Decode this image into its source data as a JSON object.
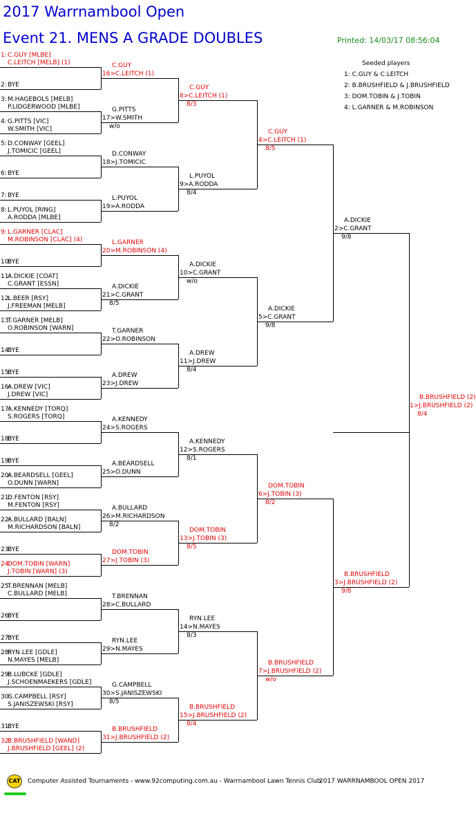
{
  "tournament_title": "2017 Warrnambool Open",
  "event_title": "Event 21. MENS A GRADE DOUBLES",
  "printed": "Printed: 14/03/17 08:56:04",
  "seeds": {
    "heading": "Seeded players",
    "items": [
      "1: C.GUY & C.LEITCH",
      "2: B.BRUSHFIELD & J.BRUSHFIELD",
      "3: DOM.TOBIN & J.TOBIN",
      "4: L.GARNER & M.ROBINSON"
    ]
  },
  "draw": [
    {
      "num": "1:",
      "a": "C.GUY [MLBE]",
      "b": "C.LEITCH [MELB] (1)",
      "seeded": true
    },
    {
      "num": "2:",
      "a": "BYE",
      "b": "",
      "seeded": false
    },
    {
      "num": "3:",
      "a": "M.HAGEBOLS [MELB]",
      "b": "P.LIDGERWOOD [MLBE]",
      "seeded": false
    },
    {
      "num": "4:",
      "a": "G.PITTS [VIC]",
      "b": "W.SMITH [VIC]",
      "seeded": false
    },
    {
      "num": "5:",
      "a": "D.CONWAY [GEEL]",
      "b": "J.TOMICIC [GEEL]",
      "seeded": false
    },
    {
      "num": "6:",
      "a": "BYE",
      "b": "",
      "seeded": false
    },
    {
      "num": "7:",
      "a": "BYE",
      "b": "",
      "seeded": false
    },
    {
      "num": "8:",
      "a": "L.PUYOL [RING]",
      "b": "A.RODDA [MLBE]",
      "seeded": false
    },
    {
      "num": "9:",
      "a": "L.GARNER [CLAC]",
      "b": "M.ROBINSON [CLAC] (4)",
      "seeded": true
    },
    {
      "num": "10:",
      "a": "BYE",
      "b": "",
      "seeded": false
    },
    {
      "num": "11:",
      "a": "A.DICKIE [COAT]",
      "b": "C.GRANT [ESSN]",
      "seeded": false
    },
    {
      "num": "12:",
      "a": "L.BEER [RSY]",
      "b": "J.FREEMAN [MELB]",
      "seeded": false
    },
    {
      "num": "13:",
      "a": "T.GARNER [MELB]",
      "b": "O.ROBINSON [WARN]",
      "seeded": false
    },
    {
      "num": "14:",
      "a": "BYE",
      "b": "",
      "seeded": false
    },
    {
      "num": "15:",
      "a": "BYE",
      "b": "",
      "seeded": false
    },
    {
      "num": "16:",
      "a": "A.DREW [VIC]",
      "b": "J.DREW [VIC]",
      "seeded": false
    },
    {
      "num": "17:",
      "a": "A.KENNEDY [TORQ]",
      "b": "S.ROGERS [TORQ]",
      "seeded": false
    },
    {
      "num": "18:",
      "a": "BYE",
      "b": "",
      "seeded": false
    },
    {
      "num": "19:",
      "a": "BYE",
      "b": "",
      "seeded": false
    },
    {
      "num": "20:",
      "a": "A.BEARDSELL [GEEL]",
      "b": "O.DUNN [WARN]",
      "seeded": false
    },
    {
      "num": "21:",
      "a": "D.FENTON [RSY]",
      "b": "M.FENTON [RSY]",
      "seeded": false
    },
    {
      "num": "22:",
      "a": "A.BULLARD [BALN]",
      "b": "M.RICHARDSON [BALN]",
      "seeded": false
    },
    {
      "num": "23:",
      "a": "BYE",
      "b": "",
      "seeded": false
    },
    {
      "num": "24:",
      "a": "DOM.TOBIN [WARN]",
      "b": "J.TOBIN [WARN] (3)",
      "seeded": true
    },
    {
      "num": "25:",
      "a": "T.BRENNAN [MELB]",
      "b": "C.BULLARD [MELB]",
      "seeded": false
    },
    {
      "num": "26:",
      "a": "BYE",
      "b": "",
      "seeded": false
    },
    {
      "num": "27:",
      "a": "BYE",
      "b": "",
      "seeded": false
    },
    {
      "num": "28:",
      "a": "RYN.LEE [GDLE]",
      "b": "N.MAYES [MELB]",
      "seeded": false
    },
    {
      "num": "29:",
      "a": "B.LUBCKE [GDLE]",
      "b": "J.SCHOENMAEKERS [GDLE]",
      "seeded": false
    },
    {
      "num": "30:",
      "a": "G.CAMPBELL [RSY]",
      "b": "S.JANISZEWSKI [RSY]",
      "seeded": false
    },
    {
      "num": "31:",
      "a": "BYE",
      "b": "",
      "seeded": false
    },
    {
      "num": "32:",
      "a": "B.BRUSHFIELD [WAND]",
      "b": "J.BRUSHFIELD [GEEL] (2)",
      "seeded": true
    }
  ],
  "round2": [
    {
      "a": "C.GUY",
      "b": "16>C.LEITCH (1)",
      "score": "",
      "seeded": true
    },
    {
      "a": "G.PITTS",
      "b": "17>W.SMITH",
      "score": "w/o",
      "seeded": false
    },
    {
      "a": "D.CONWAY",
      "b": "18>J.TOMICIC",
      "score": "",
      "seeded": false
    },
    {
      "a": "L.PUYOL",
      "b": "19>A.RODDA",
      "score": "",
      "seeded": false
    },
    {
      "a": "L.GARNER",
      "b": "20>M.ROBINSON (4)",
      "score": "",
      "seeded": true
    },
    {
      "a": "A.DICKIE",
      "b": "21>C.GRANT",
      "score": "8/5",
      "seeded": false
    },
    {
      "a": "T.GARNER",
      "b": "22>O.ROBINSON",
      "score": "",
      "seeded": false
    },
    {
      "a": "A.DREW",
      "b": "23>J.DREW",
      "score": "",
      "seeded": false
    },
    {
      "a": "A.KENNEDY",
      "b": "24>S.ROGERS",
      "score": "",
      "seeded": false
    },
    {
      "a": "A.BEARDSELL",
      "b": "25>O.DUNN",
      "score": "",
      "seeded": false
    },
    {
      "a": "A.BULLARD",
      "b": "26>M.RICHARDSON",
      "score": "8/2",
      "seeded": false
    },
    {
      "a": "DOM.TOBIN",
      "b": "27>J.TOBIN (3)",
      "score": "",
      "seeded": true
    },
    {
      "a": "T.BRENNAN",
      "b": "28>C.BULLARD",
      "score": "",
      "seeded": false
    },
    {
      "a": "RYN.LEE",
      "b": "29>N.MAYES",
      "score": "",
      "seeded": false
    },
    {
      "a": "G.CAMPBELL",
      "b": "30>S.JANISZEWSKI",
      "score": "8/5",
      "seeded": false
    },
    {
      "a": "B.BRUSHFIELD",
      "b": "31>J.BRUSHFIELD (2)",
      "score": "",
      "seeded": true
    }
  ],
  "round3": [
    {
      "a": "C.GUY",
      "b": "8>C.LEITCH (1)",
      "score": "8/3",
      "seeded": true
    },
    {
      "a": "L.PUYOL",
      "b": "9>A.RODDA",
      "score": "8/4",
      "seeded": false
    },
    {
      "a": "A.DICKIE",
      "b": "10>C.GRANT",
      "score": "w/o",
      "seeded": false
    },
    {
      "a": "A.DREW",
      "b": "11>J.DREW",
      "score": "8/4",
      "seeded": false
    },
    {
      "a": "A.KENNEDY",
      "b": "12>S.ROGERS",
      "score": "8/1",
      "seeded": false
    },
    {
      "a": "DOM.TOBIN",
      "b": "13>J.TOBIN (3)",
      "score": "8/5",
      "seeded": true
    },
    {
      "a": "RYN.LEE",
      "b": "14>N.MAYES",
      "score": "8/3",
      "seeded": false
    },
    {
      "a": "B.BRUSHFIELD",
      "b": "15>J.BRUSHFIELD (2)",
      "score": "8/4",
      "seeded": true
    }
  ],
  "round4": [
    {
      "a": "C.GUY",
      "b": "4>C.LEITCH (1)",
      "score": "8/5",
      "seeded": true
    },
    {
      "a": "A.DICKIE",
      "b": "5>C.GRANT",
      "score": "9/8",
      "seeded": false
    },
    {
      "a": "DOM.TOBIN",
      "b": "6>J.TOBIN (3)",
      "score": "8/2",
      "seeded": true
    },
    {
      "a": "B.BRUSHFIELD",
      "b": "7>J.BRUSHFIELD (2)",
      "score": "w/o",
      "seeded": true
    }
  ],
  "round5": [
    {
      "a": "A.DICKIE",
      "b": "2>C.GRANT",
      "score": "9/8",
      "seeded": false
    },
    {
      "a": "B.BRUSHFIELD",
      "b": "3>J.BRUSHFIELD (2)",
      "score": "9/8",
      "seeded": true
    }
  ],
  "final": {
    "a": "B.BRUSHFIELD (2)",
    "b": "1>J.BRUSHFIELD (2)",
    "score": "8/4",
    "seeded": true
  },
  "footer": {
    "logo_text": "CAT",
    "left": "Computer Assisted Tournaments - www.92computing.com.au -  Warrnambool Lawn Tennis Club",
    "right": "2017 WARRNAMBOOL OPEN 2017"
  }
}
